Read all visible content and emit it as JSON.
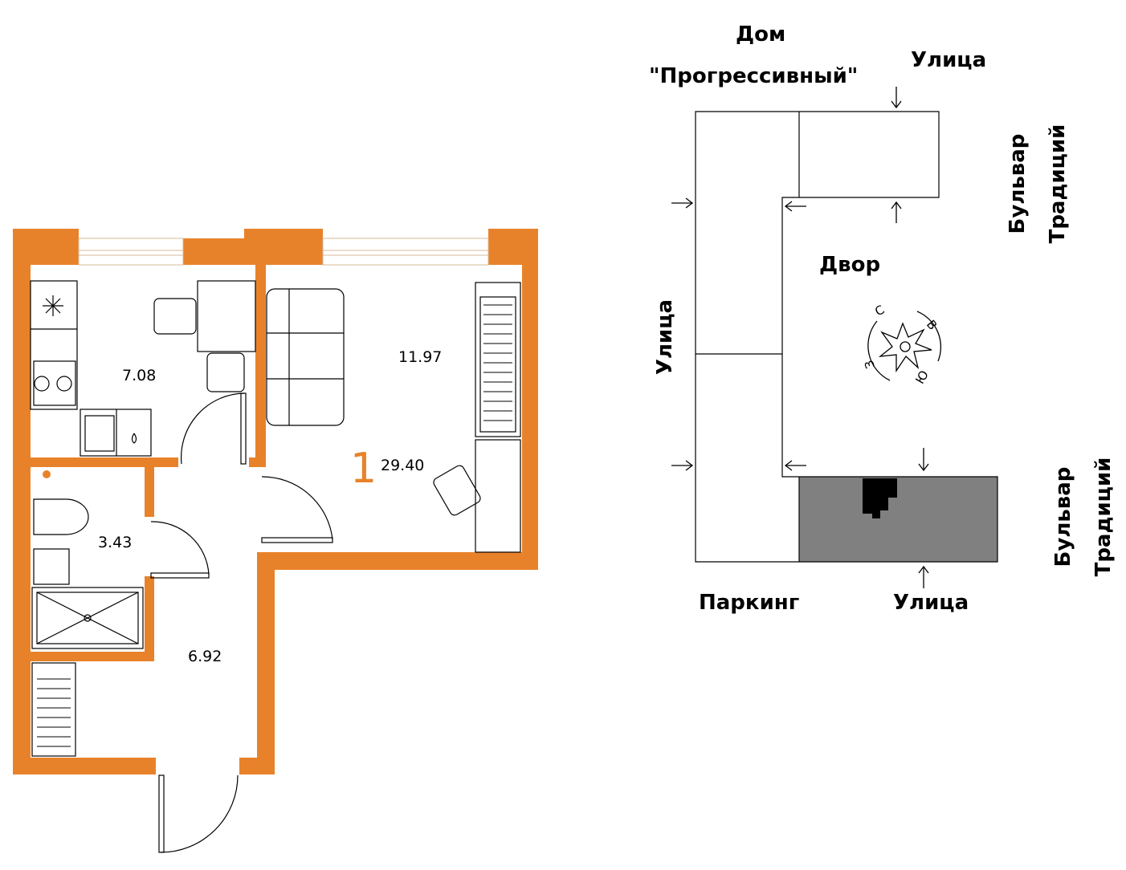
{
  "colors": {
    "wall": "#e8822a",
    "line": "#000000",
    "highlight": "#808080",
    "background": "#ffffff"
  },
  "plan": {
    "apartment_number": "1",
    "total_area": "29.40",
    "rooms": [
      {
        "name": "kitchen",
        "area": "7.08"
      },
      {
        "name": "living-room",
        "area": "11.97"
      },
      {
        "name": "bathroom",
        "area": "3.43"
      },
      {
        "name": "hallway",
        "area": "6.92"
      }
    ]
  },
  "site": {
    "building_line1": "Дом",
    "building_line2": "\"Прогрессивный\"",
    "street_top": "Улица",
    "street_left": "Улица",
    "street_bottom": "Улица",
    "boulevard_upper": [
      "Бульвар",
      "Традиций"
    ],
    "boulevard_lower": [
      "Бульвар",
      "Традиций"
    ],
    "yard": "Двор",
    "parking": "Паркинг",
    "compass": {
      "n": "С",
      "e": "В",
      "s": "Ю",
      "w": "З"
    }
  }
}
